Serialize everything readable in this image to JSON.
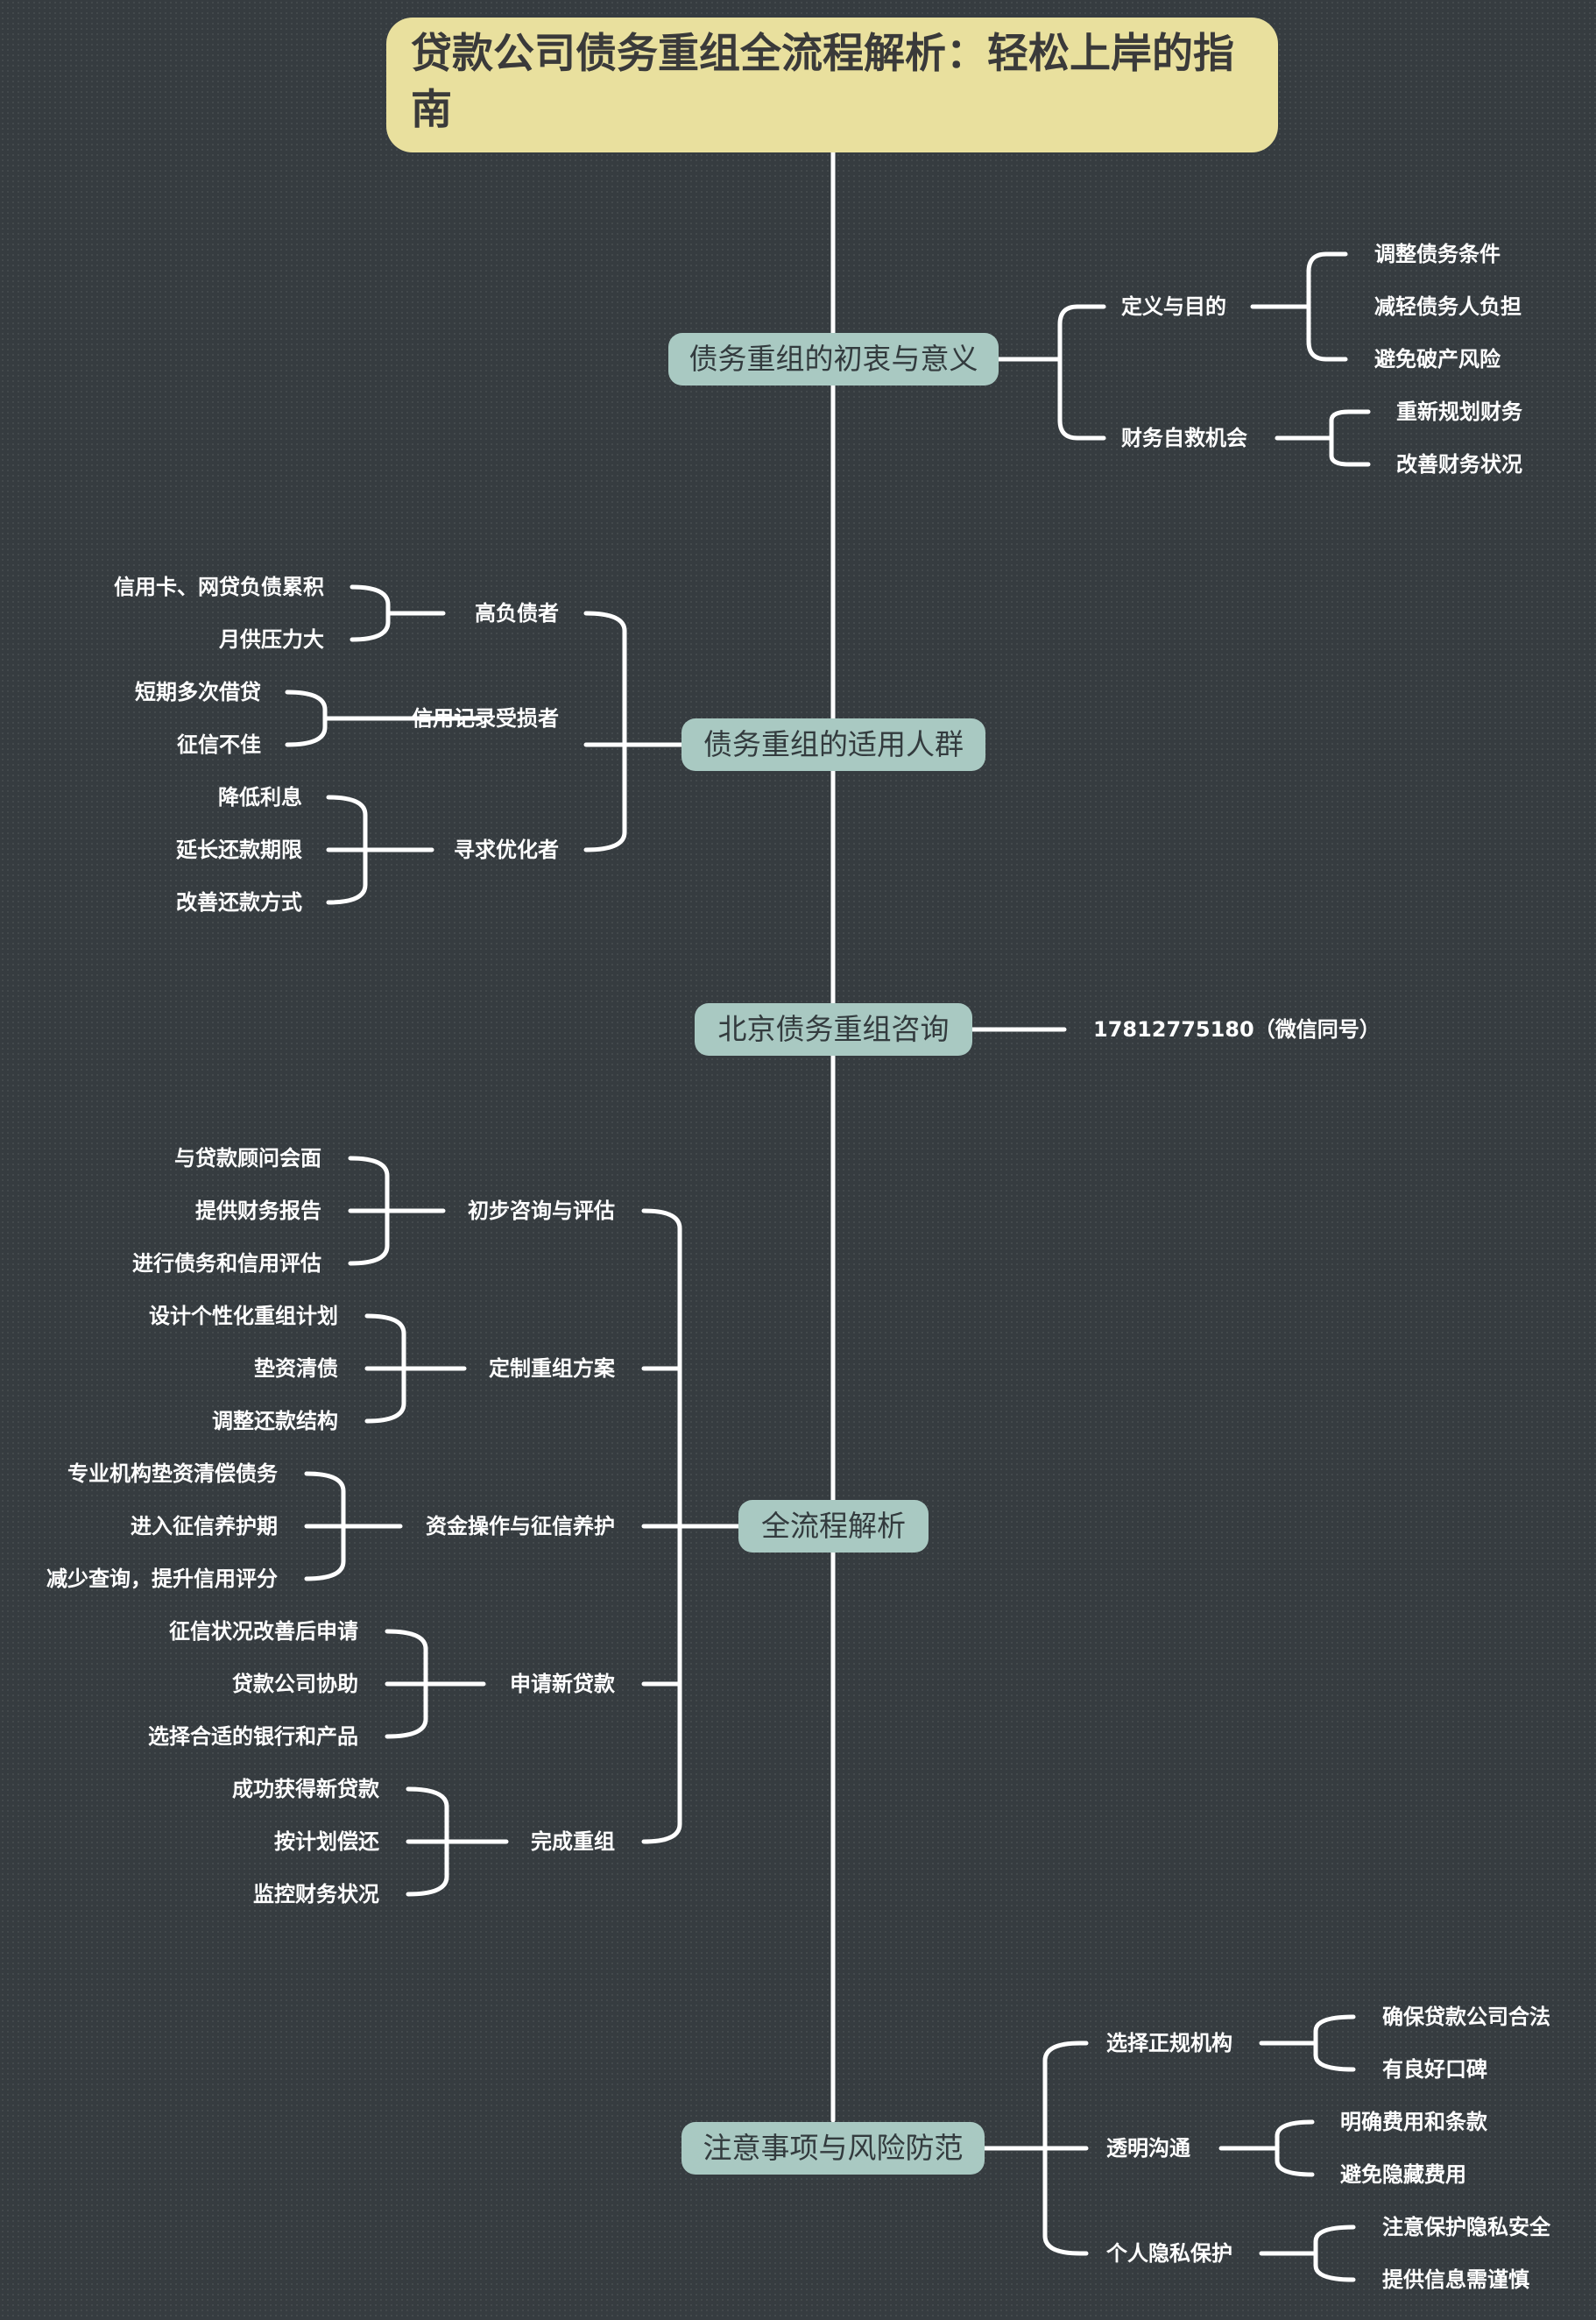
{
  "title": "贷款公司债务重组全流程解析：轻松上岸的指南",
  "branches": {
    "b1": {
      "label": "债务重组的初衷与意义",
      "groups": [
        {
          "label": "定义与目的",
          "items": [
            "调整债务条件",
            "减轻债务人负担",
            "避免破产风险"
          ]
        },
        {
          "label": "财务自救机会",
          "items": [
            "重新规划财务",
            "改善财务状况"
          ]
        }
      ]
    },
    "b2": {
      "label": "债务重组的适用人群",
      "groups": [
        {
          "label": "高负债者",
          "items": [
            "信用卡、网贷负债累积",
            "月供压力大"
          ]
        },
        {
          "label": "信用记录受损者",
          "items": [
            "短期多次借贷",
            "征信不佳"
          ]
        },
        {
          "label": "寻求优化者",
          "items": [
            "降低利息",
            "延长还款期限",
            "改善还款方式"
          ]
        }
      ]
    },
    "b3": {
      "label": "北京债务重组咨询",
      "contact": "17812775180（微信同号）"
    },
    "b4": {
      "label": "全流程解析",
      "groups": [
        {
          "label": "初步咨询与评估",
          "items": [
            "与贷款顾问会面",
            "提供财务报告",
            "进行债务和信用评估"
          ]
        },
        {
          "label": "定制重组方案",
          "items": [
            "设计个性化重组计划",
            "垫资清债",
            "调整还款结构"
          ]
        },
        {
          "label": "资金操作与征信养护",
          "items": [
            "专业机构垫资清偿债务",
            "进入征信养护期",
            "减少查询，提升信用评分"
          ]
        },
        {
          "label": "申请新贷款",
          "items": [
            "征信状况改善后申请",
            "贷款公司协助",
            "选择合适的银行和产品"
          ]
        },
        {
          "label": "完成重组",
          "items": [
            "成功获得新贷款",
            "按计划偿还",
            "监控财务状况"
          ]
        }
      ]
    },
    "b5": {
      "label": "注意事项与风险防范",
      "groups": [
        {
          "label": "选择正规机构",
          "items": [
            "确保贷款公司合法",
            "有良好口碑"
          ]
        },
        {
          "label": "透明沟通",
          "items": [
            "明确费用和条款",
            "避免隐藏费用"
          ]
        },
        {
          "label": "个人隐私保护",
          "items": [
            "注意保护隐私安全",
            "提供信息需谨慎"
          ]
        }
      ]
    }
  }
}
